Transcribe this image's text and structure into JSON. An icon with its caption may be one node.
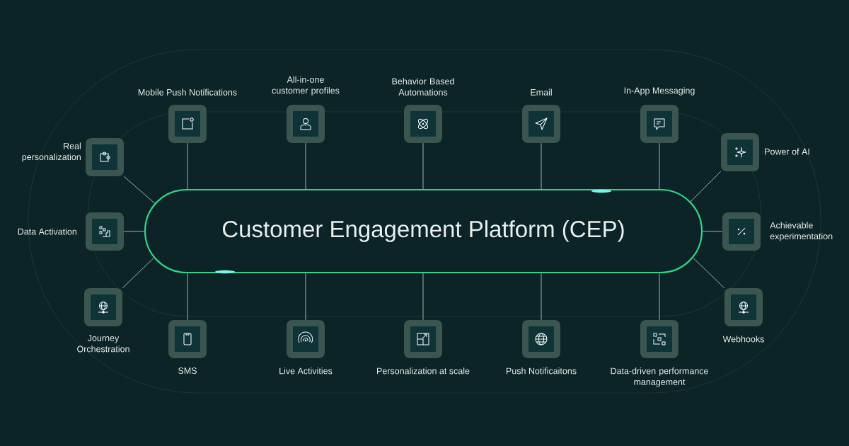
{
  "diagram": {
    "nodes": [
      {
        "text": [
          "Customer Engagement Platform (CEP)"
        ]
      },
      {
        "text": [
          "Real personalization"
        ]
      },
      {
        "text": [
          "Mobile Push Notifications"
        ]
      },
      {
        "text": [
          "All-in-one customer profiles"
        ]
      },
      {
        "text": [
          "Behavior Based Automations"
        ]
      },
      {
        "text": [
          "Email"
        ]
      },
      {
        "text": [
          "In-App Messaging"
        ]
      },
      {
        "text": [
          "Power of AI"
        ]
      },
      {
        "text": [
          "Data Activation"
        ]
      },
      {
        "text": [
          "Achievable experimentation"
        ]
      },
      {
        "text": [
          "Journey Orchestration"
        ]
      },
      {
        "text": [
          "SMS"
        ]
      },
      {
        "text": [
          "Live Activities"
        ]
      },
      {
        "text": [
          "Personalization at scale"
        ]
      },
      {
        "text": [
          "Push Notificaitons"
        ]
      },
      {
        "text": [
          "Data-driven performance management"
        ]
      },
      {
        "text": [
          "Webhooks"
        ]
      }
    ],
    "edges": [
      {
        "from": 0,
        "to": 1,
        "arrow": "none"
      },
      {
        "from": 0,
        "to": 2,
        "arrow": "none"
      },
      {
        "from": 0,
        "to": 3,
        "arrow": "none"
      },
      {
        "from": 0,
        "to": 4,
        "arrow": "none"
      },
      {
        "from": 0,
        "to": 5,
        "arrow": "none"
      },
      {
        "from": 0,
        "to": 6,
        "arrow": "none"
      },
      {
        "from": 0,
        "to": 7,
        "arrow": "none"
      },
      {
        "from": 0,
        "to": 8,
        "arrow": "none"
      },
      {
        "from": 0,
        "to": 9,
        "arrow": "none"
      },
      {
        "from": 0,
        "to": 10,
        "arrow": "none"
      },
      {
        "from": 0,
        "to": 11,
        "arrow": "none"
      },
      {
        "from": 0,
        "to": 12,
        "arrow": "none"
      },
      {
        "from": 0,
        "to": 13,
        "arrow": "none"
      },
      {
        "from": 0,
        "to": 14,
        "arrow": "none"
      },
      {
        "from": 0,
        "to": 15,
        "arrow": "none"
      },
      {
        "from": 0,
        "to": 16,
        "arrow": "none"
      }
    ]
  }
}
